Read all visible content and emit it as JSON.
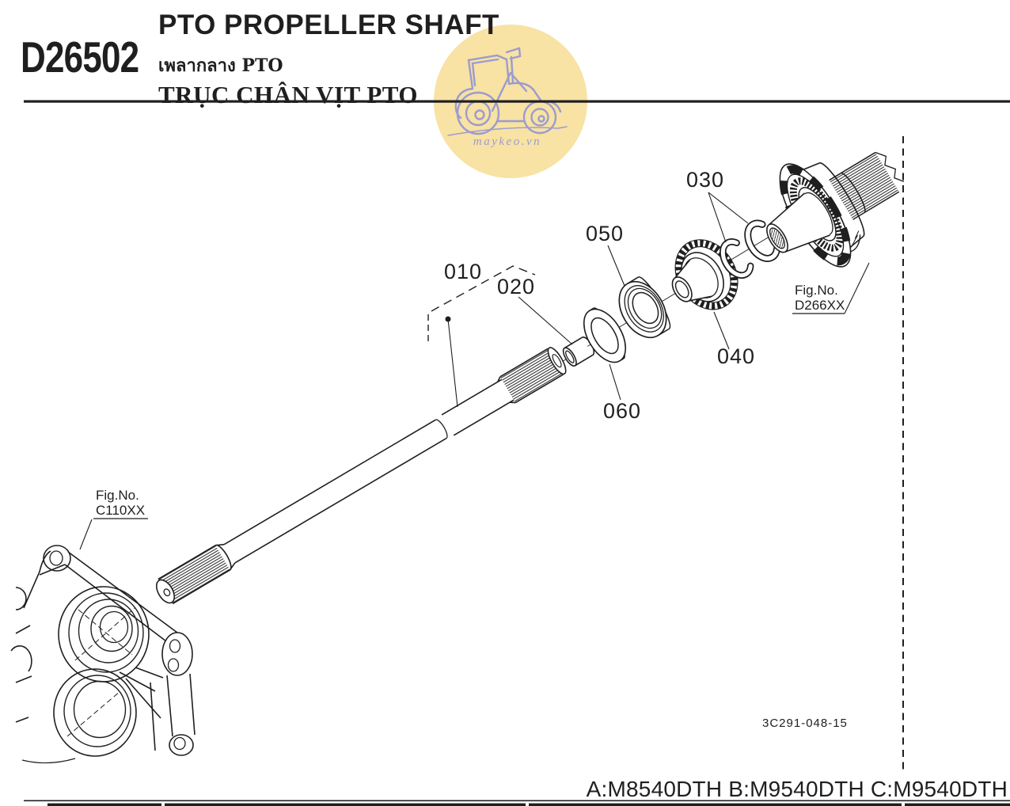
{
  "header": {
    "code": "D26502",
    "title_en": "PTO PROPELLER SHAFT",
    "title_th": "เพลากลาง PTO",
    "title_vi": "TRỤC CHÂN VỊT PTO"
  },
  "watermark": {
    "text": "maykeo.vn",
    "bg_color": "#f8e2a4",
    "line_color": "#9b9cce"
  },
  "diagram": {
    "callouts": {
      "c010": "010",
      "c020": "020",
      "c030": "030",
      "c040": "040",
      "c050": "050",
      "c060": "060"
    },
    "fig_refs": {
      "housing": {
        "title": "Fig.No.",
        "code": "C110XX"
      },
      "clutch": {
        "title": "Fig.No.",
        "code": "D266XX"
      }
    },
    "drawing_code": "3C291-048-15"
  },
  "footer": {
    "models": "A:M8540DTH B:M9540DTH C:M9540DTH"
  },
  "colors": {
    "ink": "#1f1f1f"
  }
}
